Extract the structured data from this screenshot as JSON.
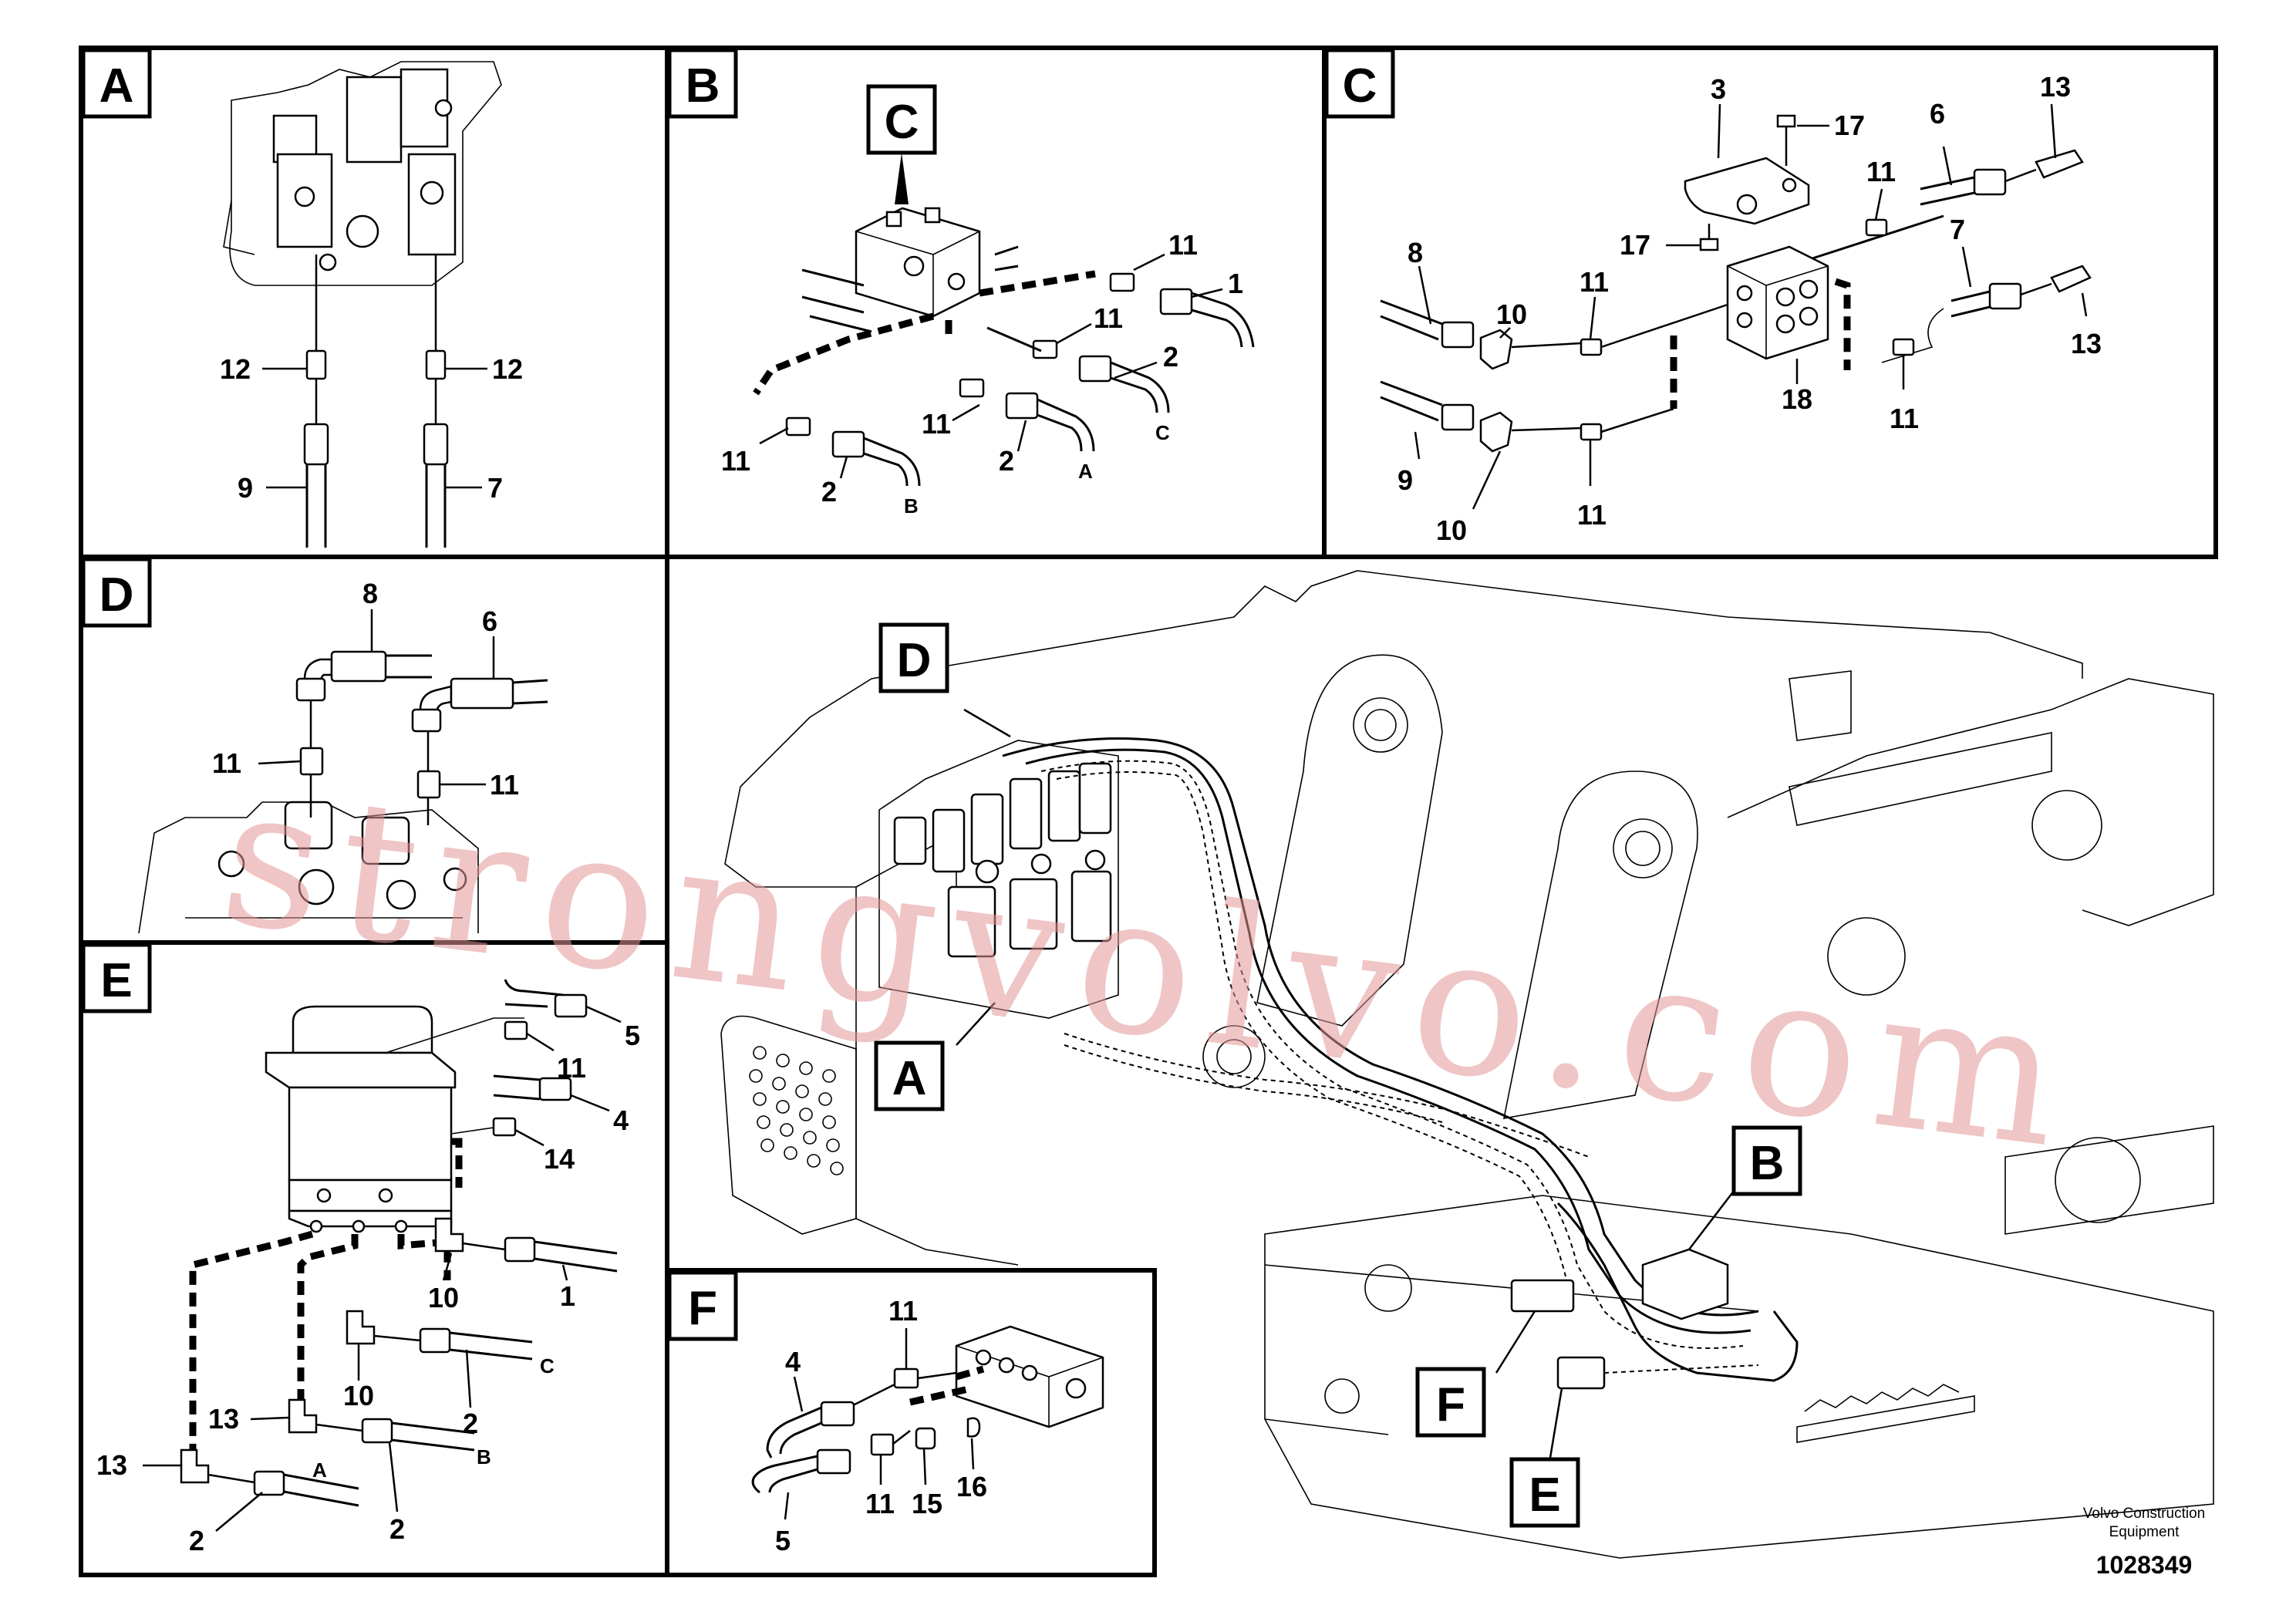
{
  "panels": [
    {
      "id": "A",
      "label": "A"
    },
    {
      "id": "B",
      "label": "B"
    },
    {
      "id": "C",
      "label": "C"
    },
    {
      "id": "D",
      "label": "D"
    },
    {
      "id": "E",
      "label": "E"
    },
    {
      "id": "F",
      "label": "F"
    }
  ],
  "overview_tags": [
    "D",
    "A",
    "B",
    "F",
    "E"
  ],
  "callout_tags": {
    "b_to_c": "C"
  },
  "callouts": {
    "A": [
      "12",
      "12",
      "9",
      "7"
    ],
    "B": [
      "11",
      "1",
      "11",
      "2",
      "11",
      "2",
      "11",
      "2"
    ],
    "B_ends": [
      "C",
      "A",
      "B"
    ],
    "C": [
      "3",
      "17",
      "17",
      "6",
      "13",
      "11",
      "8",
      "11",
      "10",
      "7",
      "13",
      "18",
      "11",
      "9",
      "10",
      "11"
    ],
    "D": [
      "8",
      "6",
      "11",
      "11"
    ],
    "E": [
      "5",
      "11",
      "4",
      "14",
      "10",
      "1",
      "10",
      "2",
      "13",
      "13",
      "2",
      "2"
    ],
    "E_ends": [
      "C",
      "B",
      "A"
    ],
    "F": [
      "11",
      "4",
      "5",
      "11",
      "15",
      "16"
    ]
  },
  "footer": {
    "brand_line1": "Volvo Construction",
    "brand_line2": "Equipment",
    "part_number": "1028349"
  },
  "watermark": "strongvolvo.com"
}
